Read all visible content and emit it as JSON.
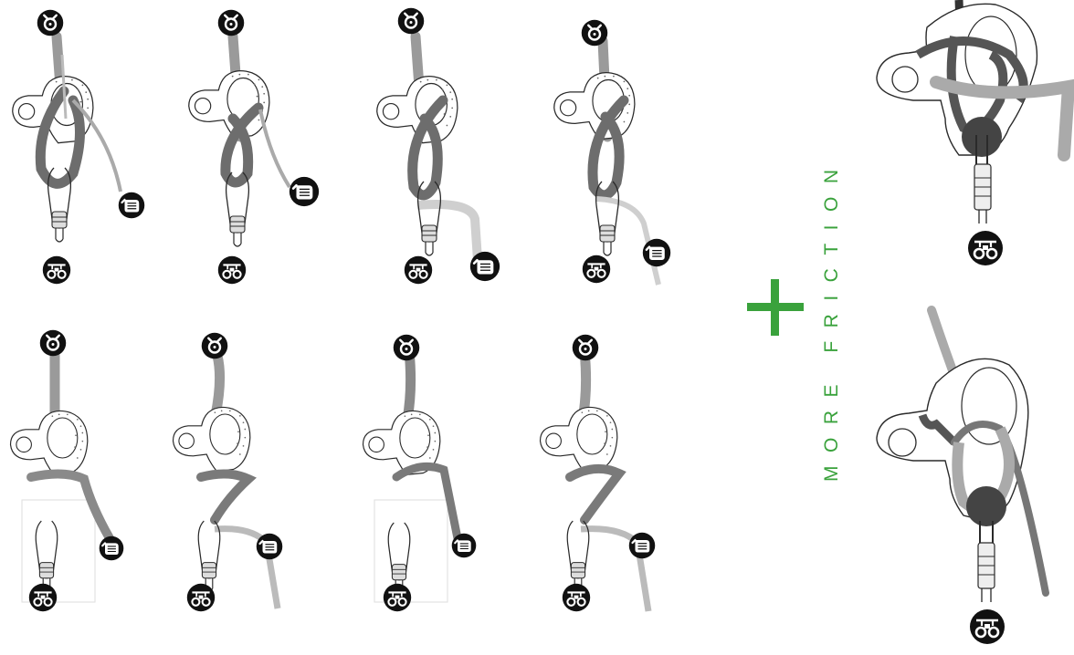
{
  "colors": {
    "accent_green": "#3aa23c",
    "rope_dark": "#6d6d6d",
    "rope_mid": "#9a9a9a",
    "rope_light": "#c4c4c4",
    "outline": "#2a2a2a",
    "icon_fill": "#111111"
  },
  "icons": {
    "anchor": "anchor-icon",
    "hand": "hand-brake-icon",
    "harness": "harness-icon",
    "plus": "plus-icon"
  },
  "labels": {
    "friction": "MORE FRICTION"
  },
  "panels": [
    {
      "id": "top-1",
      "row": "top",
      "step": 1
    },
    {
      "id": "top-2",
      "row": "top",
      "step": 2
    },
    {
      "id": "top-3",
      "row": "top",
      "step": 3
    },
    {
      "id": "top-4",
      "row": "top",
      "step": 4
    },
    {
      "id": "bottom-1",
      "row": "bottom",
      "step": 1
    },
    {
      "id": "bottom-2",
      "row": "bottom",
      "step": 2
    },
    {
      "id": "bottom-3",
      "row": "bottom",
      "step": 3
    },
    {
      "id": "bottom-4",
      "row": "bottom",
      "step": 4
    },
    {
      "id": "right-top",
      "row": "right",
      "step": 1
    },
    {
      "id": "right-bottom",
      "row": "right",
      "step": 2
    }
  ]
}
